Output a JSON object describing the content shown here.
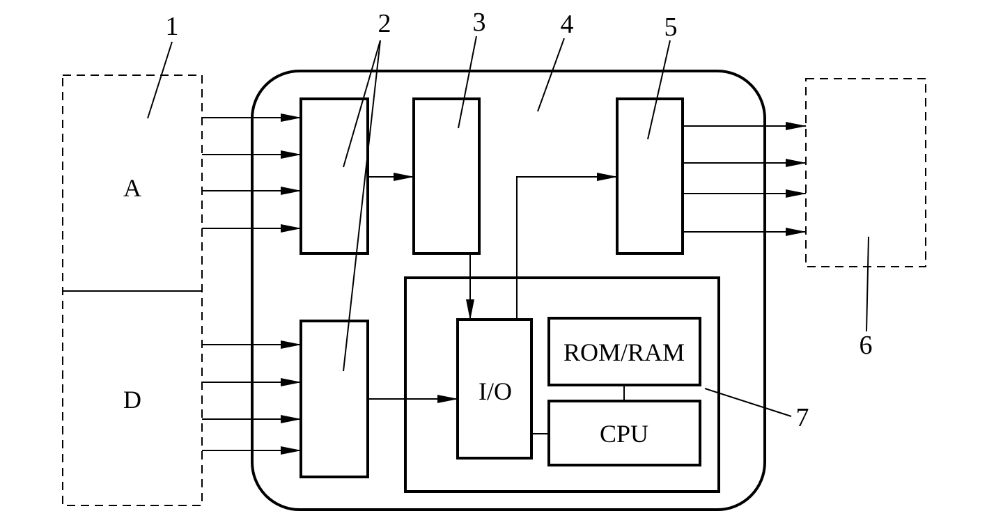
{
  "callouts": {
    "c1": "1",
    "c2": "2",
    "c3": "3",
    "c4": "4",
    "c5": "5",
    "c6": "6",
    "c7": "7"
  },
  "blocks": {
    "a_label": "A",
    "d_label": "D",
    "io_label": "I/O",
    "rom_label": "ROM/RAM",
    "cpu_label": "CPU"
  },
  "colors": {
    "stroke": "#000000",
    "background": "#ffffff"
  }
}
